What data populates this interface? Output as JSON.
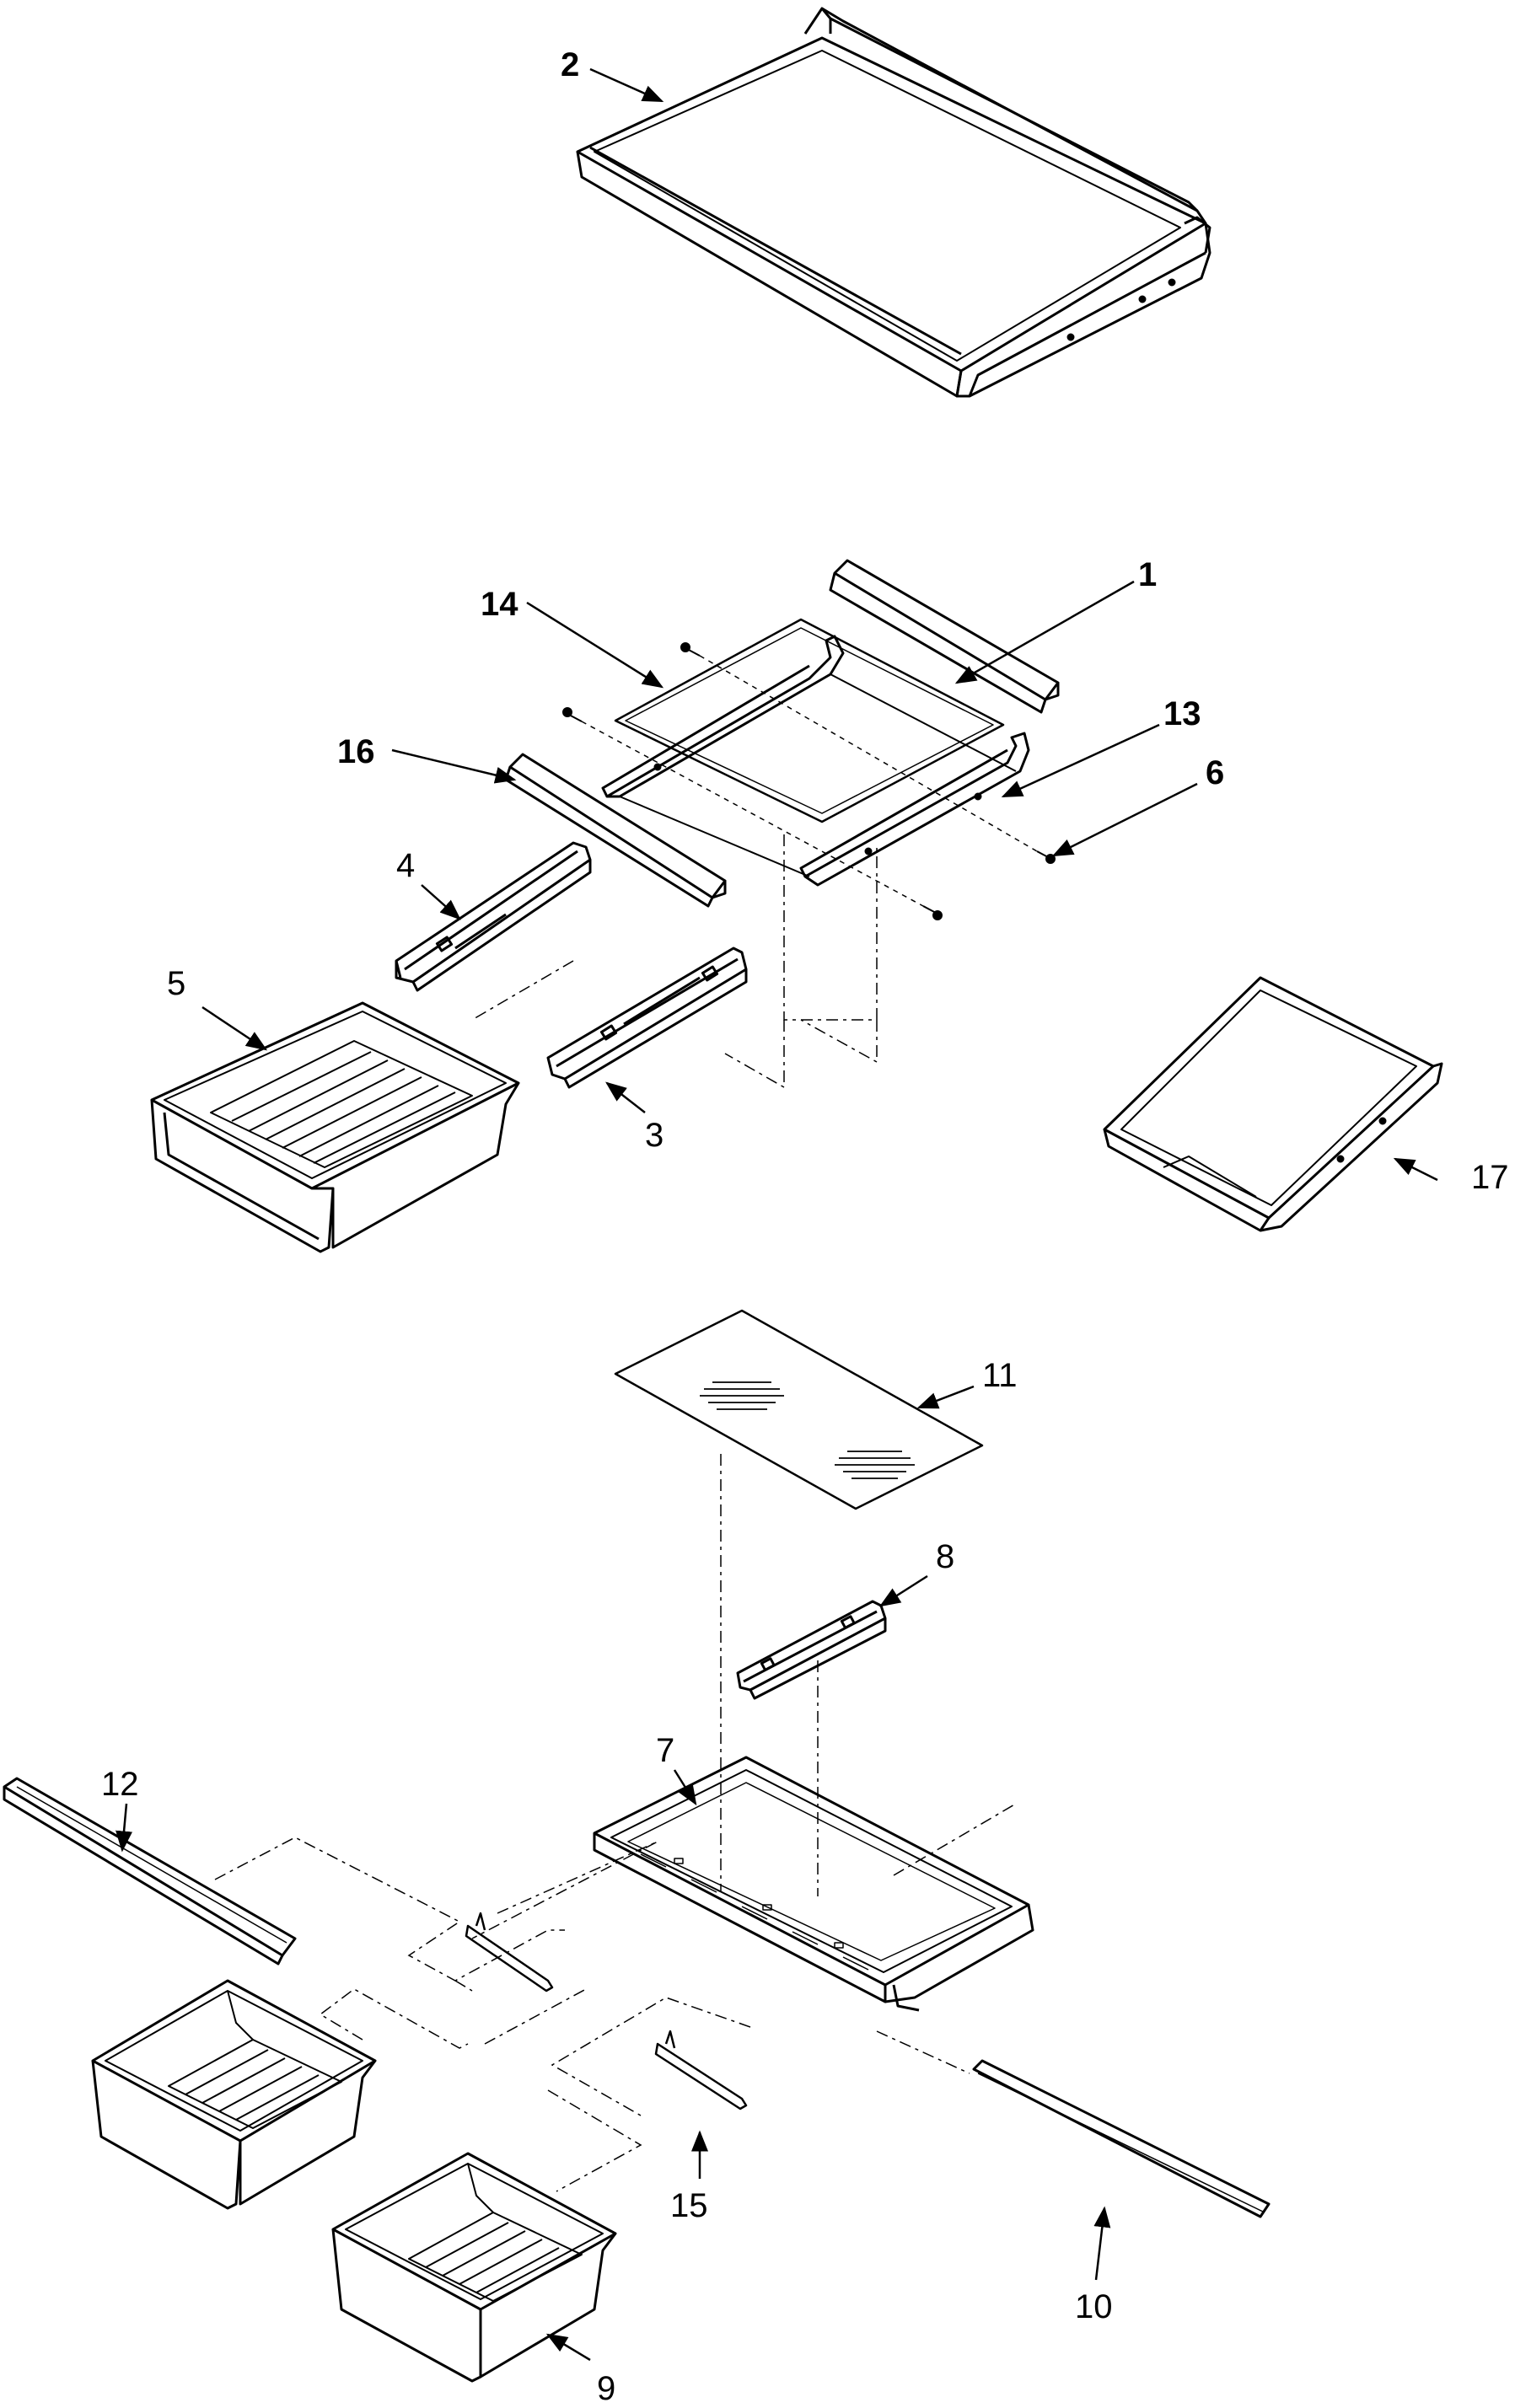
{
  "diagram": {
    "callouts": [
      {
        "id": "2",
        "label": "2"
      },
      {
        "id": "1",
        "label": "1"
      },
      {
        "id": "14",
        "label": "14"
      },
      {
        "id": "13",
        "label": "13"
      },
      {
        "id": "6",
        "label": "6"
      },
      {
        "id": "16",
        "label": "16"
      },
      {
        "id": "4",
        "label": "4"
      },
      {
        "id": "5",
        "label": "5"
      },
      {
        "id": "3",
        "label": "3"
      },
      {
        "id": "17",
        "label": "17"
      },
      {
        "id": "11",
        "label": "11"
      },
      {
        "id": "8",
        "label": "8"
      },
      {
        "id": "7",
        "label": "7"
      },
      {
        "id": "12",
        "label": "12"
      },
      {
        "id": "15",
        "label": "15"
      },
      {
        "id": "10",
        "label": "10"
      },
      {
        "id": "9",
        "label": "9"
      }
    ]
  }
}
